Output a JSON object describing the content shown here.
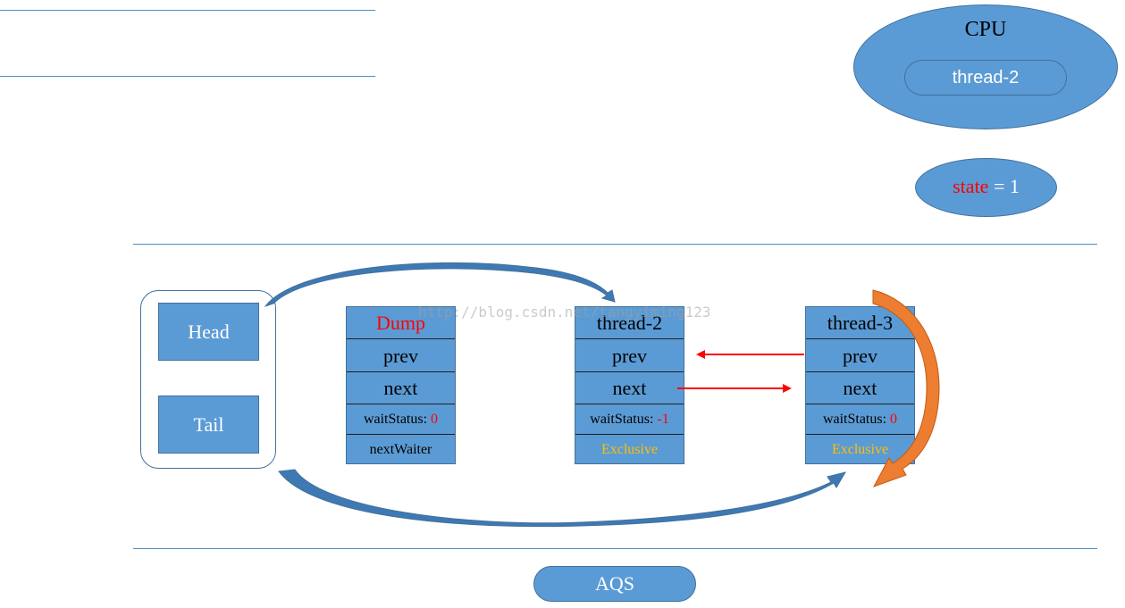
{
  "cpu": {
    "title": "CPU",
    "thread": "thread-2"
  },
  "state": {
    "label": "state",
    "value": "= 1"
  },
  "head_tail": {
    "head": "Head",
    "tail": "Tail"
  },
  "nodes": [
    {
      "name": "Dump",
      "prev": "prev",
      "next": "next",
      "wait_label": "waitStatus:",
      "wait_value": "0",
      "mode": "nextWaiter"
    },
    {
      "name": "thread-2",
      "prev": "prev",
      "next": "next",
      "wait_label": "waitStatus:",
      "wait_value": "-1",
      "mode": "Exclusive"
    },
    {
      "name": "thread-3",
      "prev": "prev",
      "next": "next",
      "wait_label": "waitStatus:",
      "wait_value": "0",
      "mode": "Exclusive"
    }
  ],
  "aqs": "AQS",
  "watermark": "http://blog.csdn.net/tangyiming123",
  "colors": {
    "node_fill": "#5b9bd5",
    "border": "#41719c",
    "red": "#ff0000",
    "gold": "#ffc000",
    "arrow_blue": "#3f79b3",
    "arrow_orange": "#ed7d31",
    "arrow_orange_dark": "#c55a11"
  }
}
